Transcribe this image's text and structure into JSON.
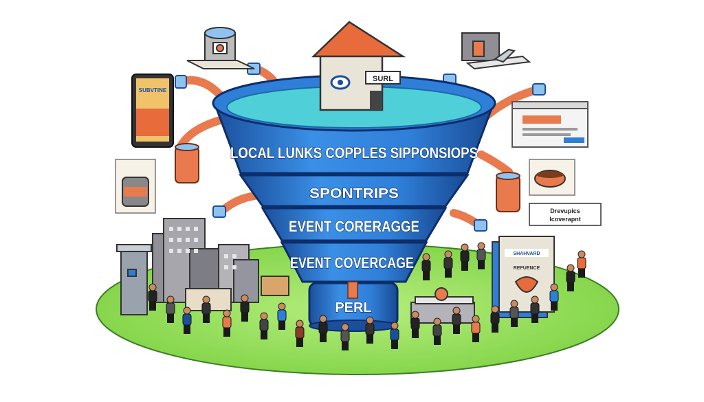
{
  "funnel": {
    "tier1_label": "LOCAL LUNKS COPPLES SIPPONSIOPS",
    "tier2_label": "SPONTRIPS",
    "tier3_label": "EVENT CORERAGGE",
    "tier4_label": "EVENT COVERCAGE",
    "tier5_label": "PERL"
  },
  "house": {
    "sign": "SURL"
  },
  "side_note": {
    "text_line1": "Drevupics",
    "text_line2": "Icoverapnt"
  },
  "poster": {
    "text": "SUBVTINE"
  },
  "book": {
    "title": "SHAHVARD",
    "subtitle": "REFUENCE"
  },
  "colors": {
    "funnel_blue": "#2f7fd8",
    "funnel_dark": "#1b4f9c",
    "liquid": "#4fd0d8",
    "pipe_orange": "#e87a4e",
    "roof": "#e86b3c",
    "ground": "#8fd957"
  }
}
